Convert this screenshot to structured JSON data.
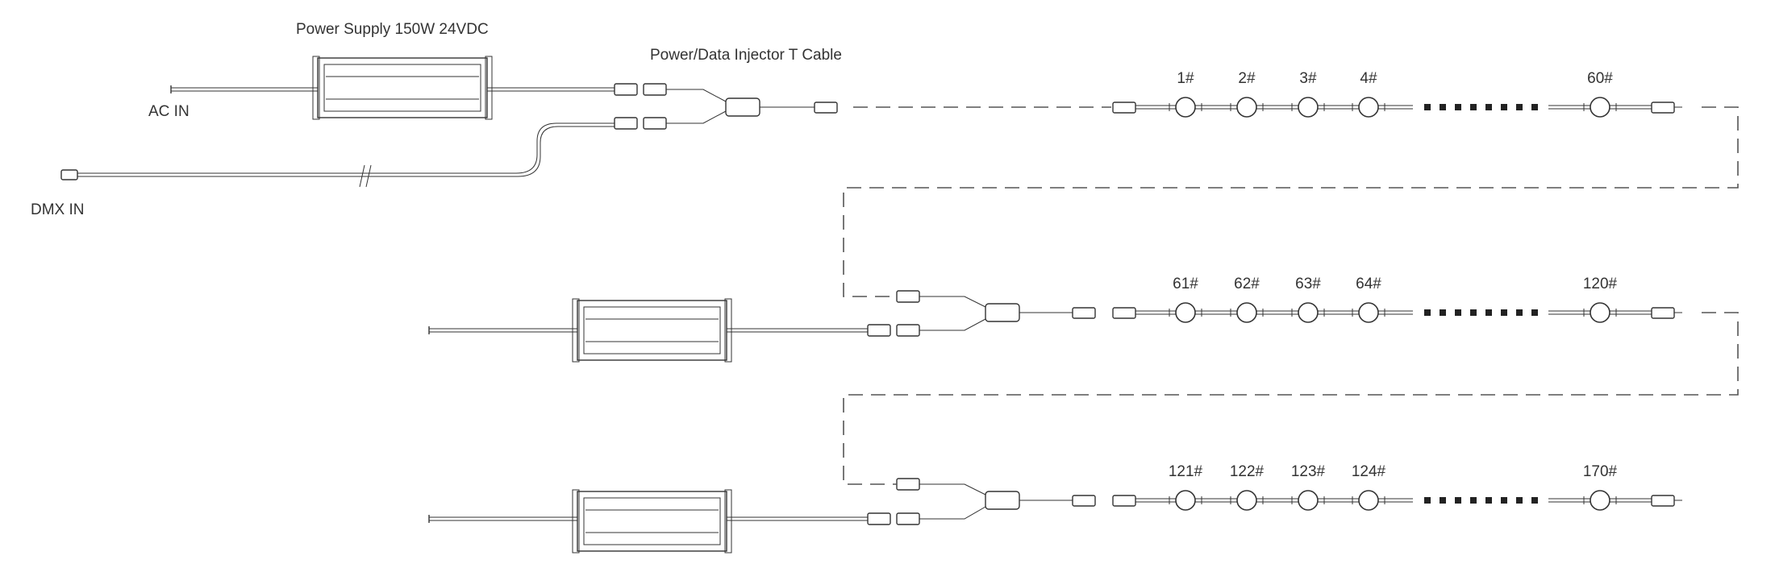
{
  "labels": {
    "power_supply": "Power Supply 150W 24VDC",
    "injector": "Power/Data Injector T Cable",
    "ac_in": "AC IN",
    "dmx_in": "DMX IN"
  },
  "rows": [
    {
      "pixels": [
        "1#",
        "2#",
        "3#",
        "4#",
        "60#"
      ]
    },
    {
      "pixels": [
        "61#",
        "62#",
        "63#",
        "64#",
        "120#"
      ]
    },
    {
      "pixels": [
        "121#",
        "122#",
        "123#",
        "124#",
        "170#"
      ]
    }
  ]
}
